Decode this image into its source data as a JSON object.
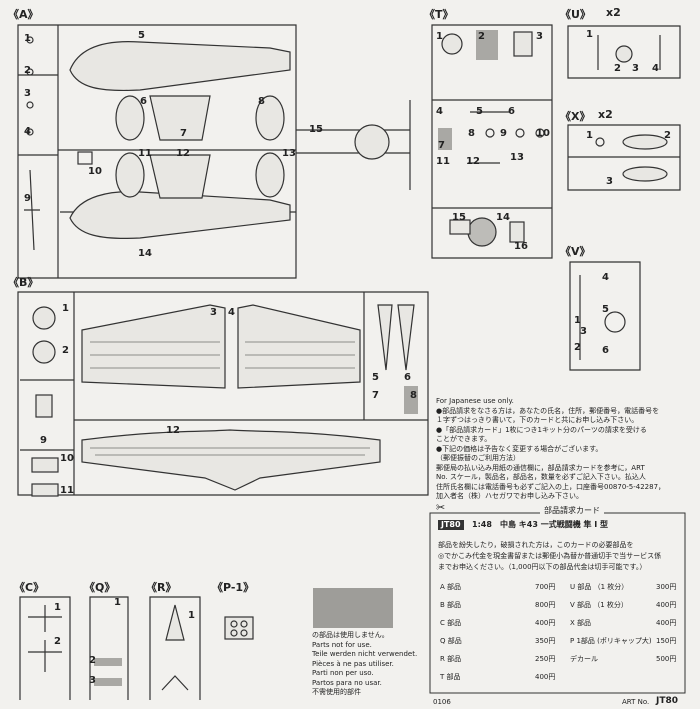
{
  "sprues": {
    "A": {
      "label": "《A》",
      "nums": [
        "1",
        "2",
        "3",
        "4",
        "5",
        "6",
        "7",
        "8",
        "9",
        "10",
        "11",
        "12",
        "13",
        "14",
        "15"
      ]
    },
    "T": {
      "label": "《T》",
      "nums": [
        "1",
        "2",
        "3",
        "4",
        "5",
        "6",
        "7",
        "8",
        "9",
        "10",
        "11",
        "12",
        "13",
        "14",
        "15",
        "16"
      ]
    },
    "U": {
      "label": "《U》",
      "mult": "x2",
      "nums": [
        "1",
        "2",
        "3",
        "4"
      ]
    },
    "X": {
      "label": "《X》",
      "mult": "x2",
      "nums": [
        "1",
        "2",
        "3"
      ]
    },
    "V": {
      "label": "《V》",
      "nums": [
        "1",
        "2",
        "3",
        "4",
        "5",
        "6"
      ]
    },
    "B": {
      "label": "《B》",
      "nums": [
        "1",
        "2",
        "3",
        "4",
        "5",
        "6",
        "7",
        "8",
        "9",
        "10",
        "11",
        "12"
      ]
    },
    "C": {
      "label": "《C》",
      "nums": [
        "1",
        "2"
      ]
    },
    "Q": {
      "label": "《Q》",
      "nums": [
        "1",
        "2",
        "3"
      ]
    },
    "R": {
      "label": "《R》",
      "nums": [
        "1"
      ]
    },
    "P": {
      "label": "《P-1》"
    }
  },
  "notice": {
    "lines": [
      "の部品は使用しません。",
      "Parts not for use.",
      "Teile werden nicht verwendet.",
      "Pièces à ne pas utiliser.",
      "Parti non per uso.",
      "Partos para no usar.",
      "不需使用的部件"
    ]
  },
  "info": {
    "japan_only": "For Japanese use only.",
    "b1a": "●部品請求をなさる方は，あなたの氏名，住所，郵便番号，電話番号を",
    "b1b": "１字ずつはっきり書いて，下のカードと共にお申し込み下さい。",
    "b2a": "●「部品請求カード」1枚につき1キット分のパーツの請求を受ける",
    "b2b": "ことができます。",
    "b3": "●下記の価格は予告なく変更する場合がございます。",
    "b4h": "（郵便振替のご利用方法）",
    "b4a": "郵便局の払い込み用紙の通信欄に，部品請求カードを参考に，ART",
    "b4b": "No. スケール，製品名，部品名，数量を必ずご記入下さい。払込人",
    "b4c": "住所氏名欄には電話番号も必ずご記入の上，口座番号00870-5-42287，",
    "b4d": "加入者名（株）ハセガワでお申し込み下さい。"
  },
  "card": {
    "title": "部品請求カード",
    "art_tag": "JT80",
    "scale": "1:48",
    "product": "中島 キ43 一式戦闘機 隼 I 型",
    "desc1": "部品を紛失したり，破損された方は，このカードの必要部品を",
    "desc2": "◎でかこみ代金を現金書留または郵便小為替か普通切手で当サービス係",
    "desc3": "までお申込ください。（1,000円以下の部品代金は切手可能です。）",
    "left_parts": [
      {
        "name": "A 部品",
        "price": "700円"
      },
      {
        "name": "B 部品",
        "price": "800円"
      },
      {
        "name": "C 部品",
        "price": "400円"
      },
      {
        "name": "Q 部品",
        "price": "350円"
      },
      {
        "name": "R 部品",
        "price": "250円"
      },
      {
        "name": "T 部品",
        "price": "400円"
      }
    ],
    "right_parts": [
      {
        "name": "U 部品 （1 枚分）",
        "price": "300円"
      },
      {
        "name": "V 部品 （1 枚分）",
        "price": "400円"
      },
      {
        "name": "X 部品",
        "price": "400円"
      },
      {
        "name": "P 1部品 (ポリキャップ大)",
        "price": "150円"
      },
      {
        "name": "デカール",
        "price": "500円"
      }
    ]
  },
  "footer": {
    "code": "0106",
    "art_no_label": "ART No.",
    "art_no": "JT80"
  }
}
